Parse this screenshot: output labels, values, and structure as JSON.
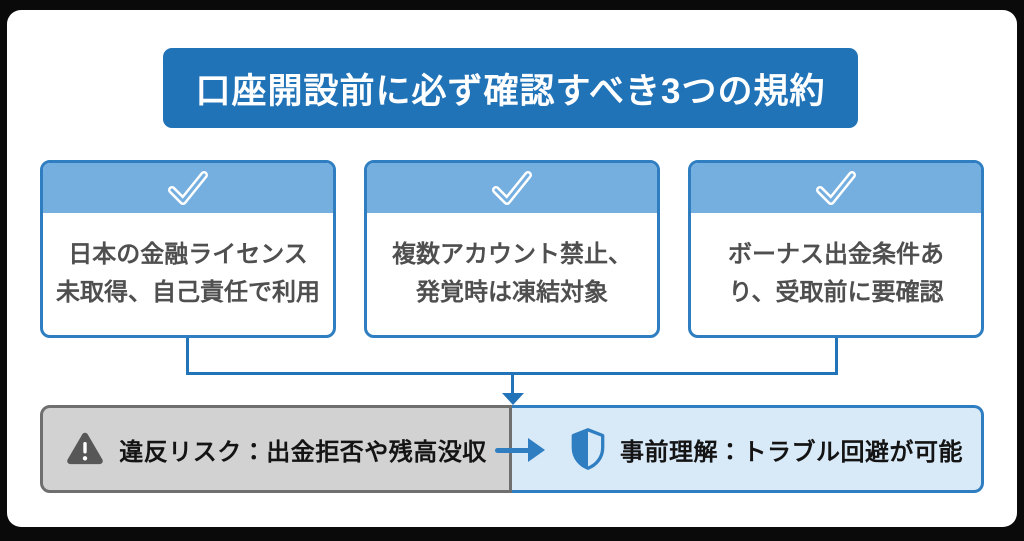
{
  "colors": {
    "page_bg": "#0a0a0a",
    "surface_bg": "#ffffff",
    "banner_bg": "#2173b8",
    "band_bg": "#74afe0",
    "border_blue": "#2e7ec1",
    "connector": "#2273b8",
    "card_text": "#4f4f4f",
    "dark_text": "#141414",
    "risk_bg": "#d2d2d2",
    "risk_border": "#6f6f6f",
    "risk_icon": "#575757",
    "benefit_bg": "#d8e9f8"
  },
  "title": {
    "text": "口座開設前に必ず確認すべき3つの規約"
  },
  "cards": [
    {
      "id": "license",
      "icon": "check-icon",
      "text": "日本の金融ライセンス\n未取得、自己責任で利用"
    },
    {
      "id": "multi-account",
      "icon": "check-icon",
      "text": "複数アカウント禁止、\n発覚時は凍結対象"
    },
    {
      "id": "bonus",
      "icon": "check-icon",
      "text": "ボーナス出金条件あ\nり、受取前に要確認"
    }
  ],
  "outcome": {
    "risk": {
      "icon": "warning-triangle-icon",
      "text": "違反リスク：出金拒否や残高没収"
    },
    "benefit": {
      "icon": "shield-half-icon",
      "text": "事前理解：トラブル回避が可能"
    }
  }
}
